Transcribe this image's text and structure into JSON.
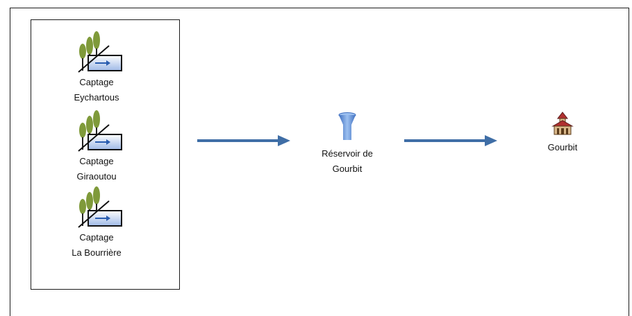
{
  "captures": [
    {
      "line1": "Captage",
      "line2": "Eychartous"
    },
    {
      "line1": "Captage",
      "line2": "Giraoutou"
    },
    {
      "line1": "Captage",
      "line2": "La Bourrière"
    }
  ],
  "reservoir": {
    "line1": "Réservoir de",
    "line2": "Gourbit"
  },
  "village": {
    "label": "Gourbit"
  },
  "colors": {
    "arrow": "#3f6ea6",
    "tree": "#7f9a3a",
    "trunk": "#222222",
    "water": "#4a79c7",
    "reservoir": "#5b8fd9",
    "roof": "#b03030",
    "house": "#d9b88a"
  }
}
